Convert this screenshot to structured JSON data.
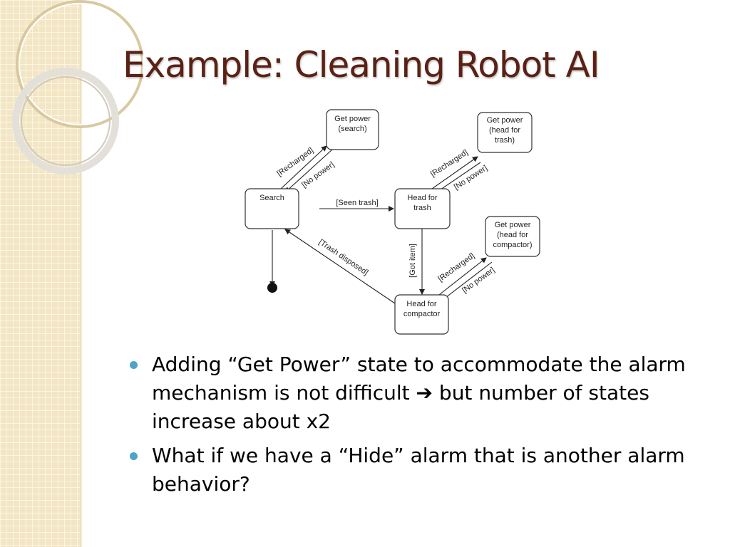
{
  "slide": {
    "title": "Example: Cleaning Robot AI",
    "colors": {
      "title": "#5a2114",
      "sidebar": "#f3e6c4",
      "bullet": "#4ea3c7"
    }
  },
  "diagram": {
    "states": {
      "search": [
        "Search"
      ],
      "head_for_trash": [
        "Head for",
        "trash"
      ],
      "head_for_compactor": [
        "Head for",
        "compactor"
      ],
      "get_power_search": [
        "Get power",
        "(search)"
      ],
      "get_power_trash": [
        "Get power",
        "(head for",
        "trash)"
      ],
      "get_power_compactor": [
        "Get power",
        "(head for",
        "compactor)"
      ]
    },
    "transitions": {
      "seen_trash": "[Seen trash]",
      "got_item": "[Got item]",
      "trash_disposed": "[Trash disposed]",
      "recharged_search": "[Recharged]",
      "no_power_search": "[No power]",
      "recharged_trash": "[Recharged]",
      "no_power_trash": "[No power]",
      "recharged_compactor": "[Recharged]",
      "no_power_compactor": "[No power]"
    }
  },
  "bullets": [
    {
      "text_before": "Adding “Get Power” state to accommodate the alarm mechanism is not difficult ",
      "arrow": "➔",
      "text_after": " but number of states increase about x2"
    },
    {
      "text": "What if we have a “Hide” alarm that is another alarm behavior?"
    }
  ]
}
